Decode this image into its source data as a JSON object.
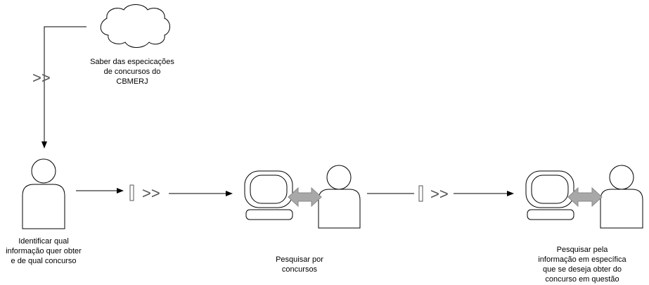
{
  "goal": {
    "lines": [
      "Saber das especicações",
      "de concursos do",
      "CBMERJ"
    ]
  },
  "steps": [
    {
      "lines": [
        "Identificar qual",
        "informação quer obter",
        "e de qual concurso"
      ]
    },
    {
      "lines": [
        "Pesquisar por",
        "concursos"
      ]
    },
    {
      "lines": [
        "Pesquisar pela",
        "informação em específica",
        "que se deseja obter do",
        "concurso em questão"
      ]
    }
  ],
  "markers": {
    "chevron": ">>"
  }
}
